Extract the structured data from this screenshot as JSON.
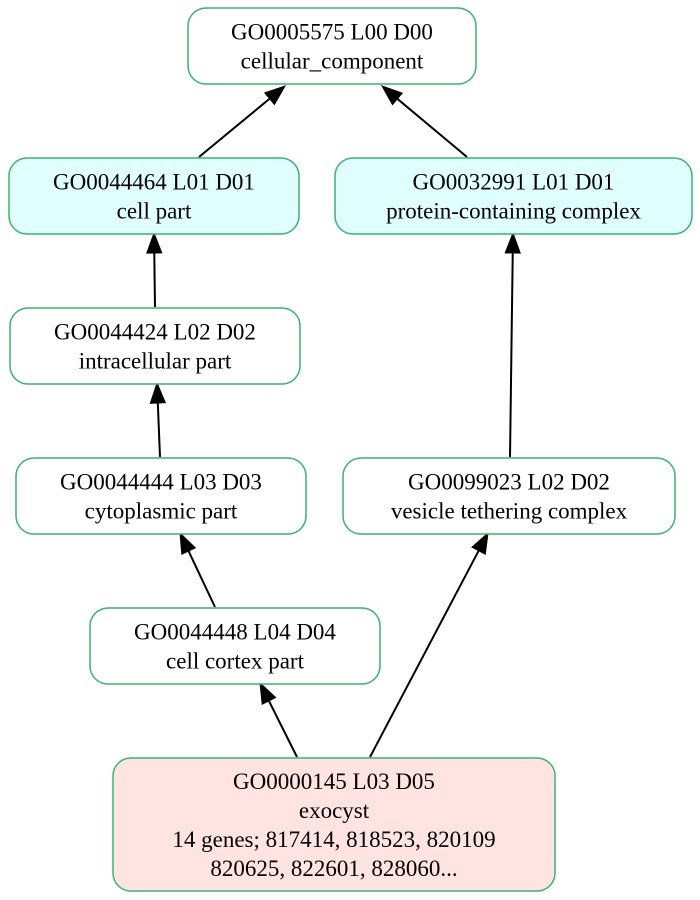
{
  "colors": {
    "border": "#3cb371",
    "root_fill": "#ffffff",
    "level1_fill": "#e0ffff",
    "default_fill": "#ffffff",
    "query_fill": "#ffe4e1",
    "arrow": "#000000"
  },
  "nodes": [
    {
      "key": "n5575",
      "fill": "#ffffff",
      "lines": [
        "GO0005575 L00 D00",
        "cellular_component"
      ]
    },
    {
      "key": "n44464",
      "fill": "#e0ffff",
      "lines": [
        "GO0044464 L01 D01",
        "cell part"
      ]
    },
    {
      "key": "n32991",
      "fill": "#e0ffff",
      "lines": [
        "GO0032991 L01 D01",
        "protein-containing complex"
      ]
    },
    {
      "key": "n44424",
      "fill": "#ffffff",
      "lines": [
        "GO0044424 L02 D02",
        "intracellular part"
      ]
    },
    {
      "key": "n44444",
      "fill": "#ffffff",
      "lines": [
        "GO0044444 L03 D03",
        "cytoplasmic part"
      ]
    },
    {
      "key": "n99023",
      "fill": "#ffffff",
      "lines": [
        "GO0099023 L02 D02",
        "vesicle tethering complex"
      ]
    },
    {
      "key": "n44448",
      "fill": "#ffffff",
      "lines": [
        "GO0044448 L04 D04",
        "cell cortex part"
      ]
    },
    {
      "key": "n145",
      "fill": "#ffe4e1",
      "lines": [
        "GO0000145 L03 D05",
        "exocyst",
        "14 genes; 817414, 818523, 820109",
        "820625, 822601, 828060..."
      ]
    }
  ],
  "edges": [
    {
      "from": "n44464",
      "to": "n5575"
    },
    {
      "from": "n32991",
      "to": "n5575"
    },
    {
      "from": "n44424",
      "to": "n44464"
    },
    {
      "from": "n44444",
      "to": "n44424"
    },
    {
      "from": "n44448",
      "to": "n44444"
    },
    {
      "from": "n145",
      "to": "n44448"
    },
    {
      "from": "n145",
      "to": "n99023"
    },
    {
      "from": "n99023",
      "to": "n32991"
    }
  ]
}
